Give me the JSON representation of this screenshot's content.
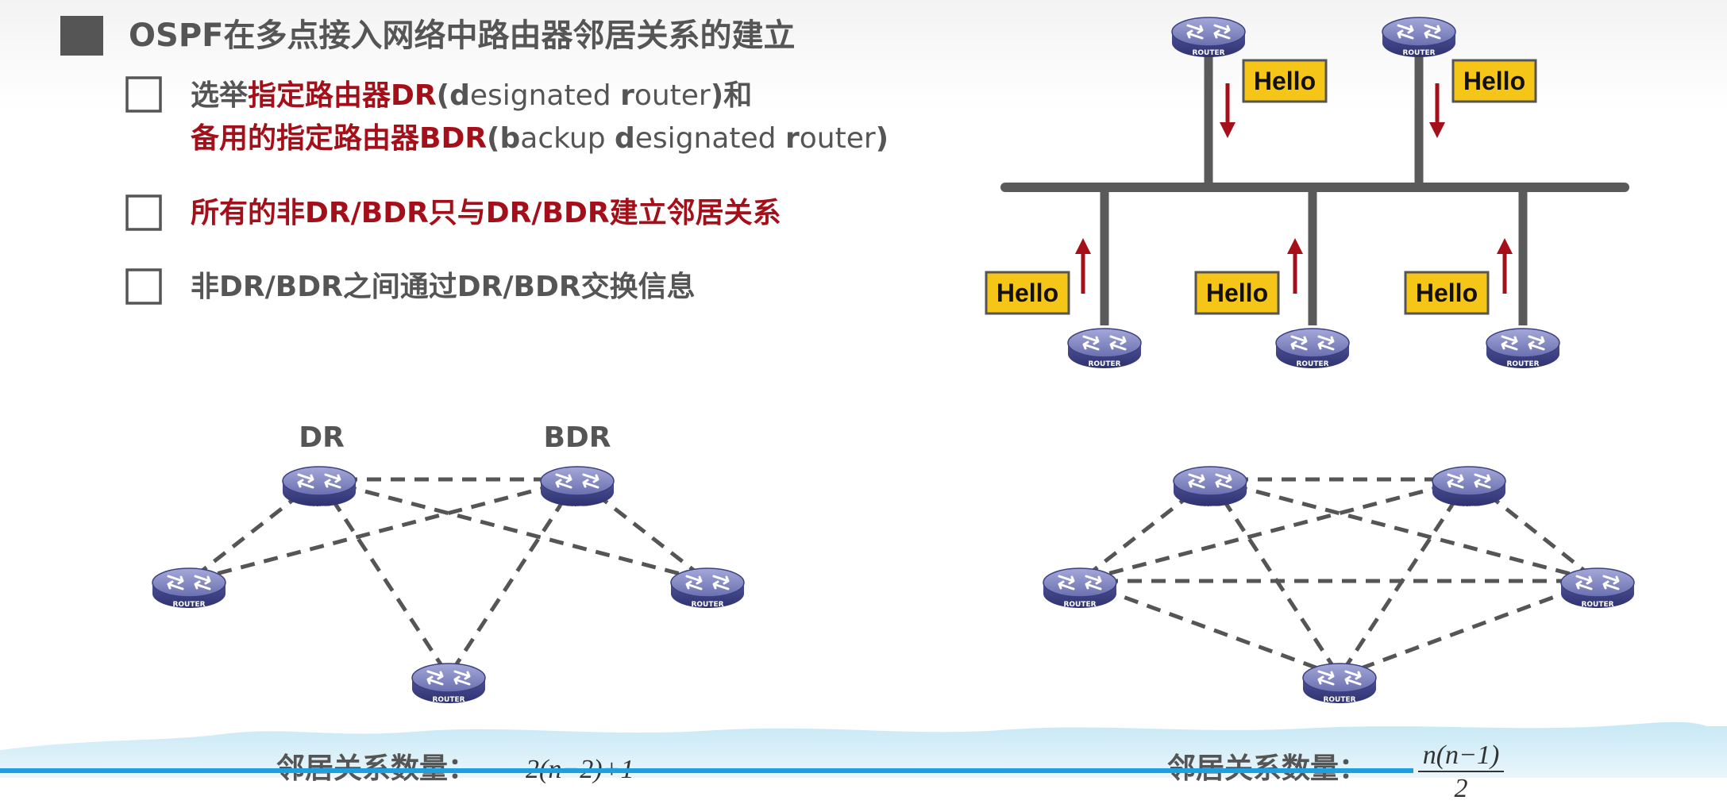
{
  "title": "OSPF在多点接入网络中路由器邻居关系的建立",
  "bullets": [
    {
      "line1": [
        {
          "text": "选举",
          "style": "gray"
        },
        {
          "text": "指定路由器DR",
          "style": "red"
        },
        {
          "text": "(",
          "style": "gray"
        },
        {
          "text": "d",
          "style": "gray"
        },
        {
          "text": "esignated ",
          "style": "light"
        },
        {
          "text": "r",
          "style": "gray"
        },
        {
          "text": "outer",
          "style": "light"
        },
        {
          "text": ")和",
          "style": "gray"
        }
      ],
      "line2": [
        {
          "text": "备用的指定路由器BDR",
          "style": "red"
        },
        {
          "text": "(",
          "style": "gray"
        },
        {
          "text": "b",
          "style": "gray"
        },
        {
          "text": "ackup ",
          "style": "light"
        },
        {
          "text": "d",
          "style": "gray"
        },
        {
          "text": "esignated ",
          "style": "light"
        },
        {
          "text": "r",
          "style": "gray"
        },
        {
          "text": "outer",
          "style": "light"
        },
        {
          "text": ")",
          "style": "gray"
        }
      ]
    },
    {
      "line1": [
        {
          "text": "所有的非DR/BDR只与DR/BDR建立邻居关系",
          "style": "red"
        }
      ]
    },
    {
      "line1": [
        {
          "text": "非DR/BDR之间通过DR/BDR交换信息",
          "style": "gray"
        }
      ]
    }
  ],
  "router_caption": "ROUTER",
  "hello_label": "Hello",
  "dr_label": "DR",
  "bdr_label": "BDR",
  "count_label_left": "邻居关系数量：",
  "formula_left": "2(n−2)+1",
  "count_label_right": "邻居关系数量：",
  "formula_right_num": "n(n−1)",
  "formula_right_den": "2",
  "colors": {
    "text_gray": "#555555",
    "accent_red": "#a50f19",
    "hello_fill": "#f5c518",
    "router_blue": "#4a4f8f",
    "bus_gray": "#5a5a5a",
    "footer_line": "#1ea0e0"
  }
}
